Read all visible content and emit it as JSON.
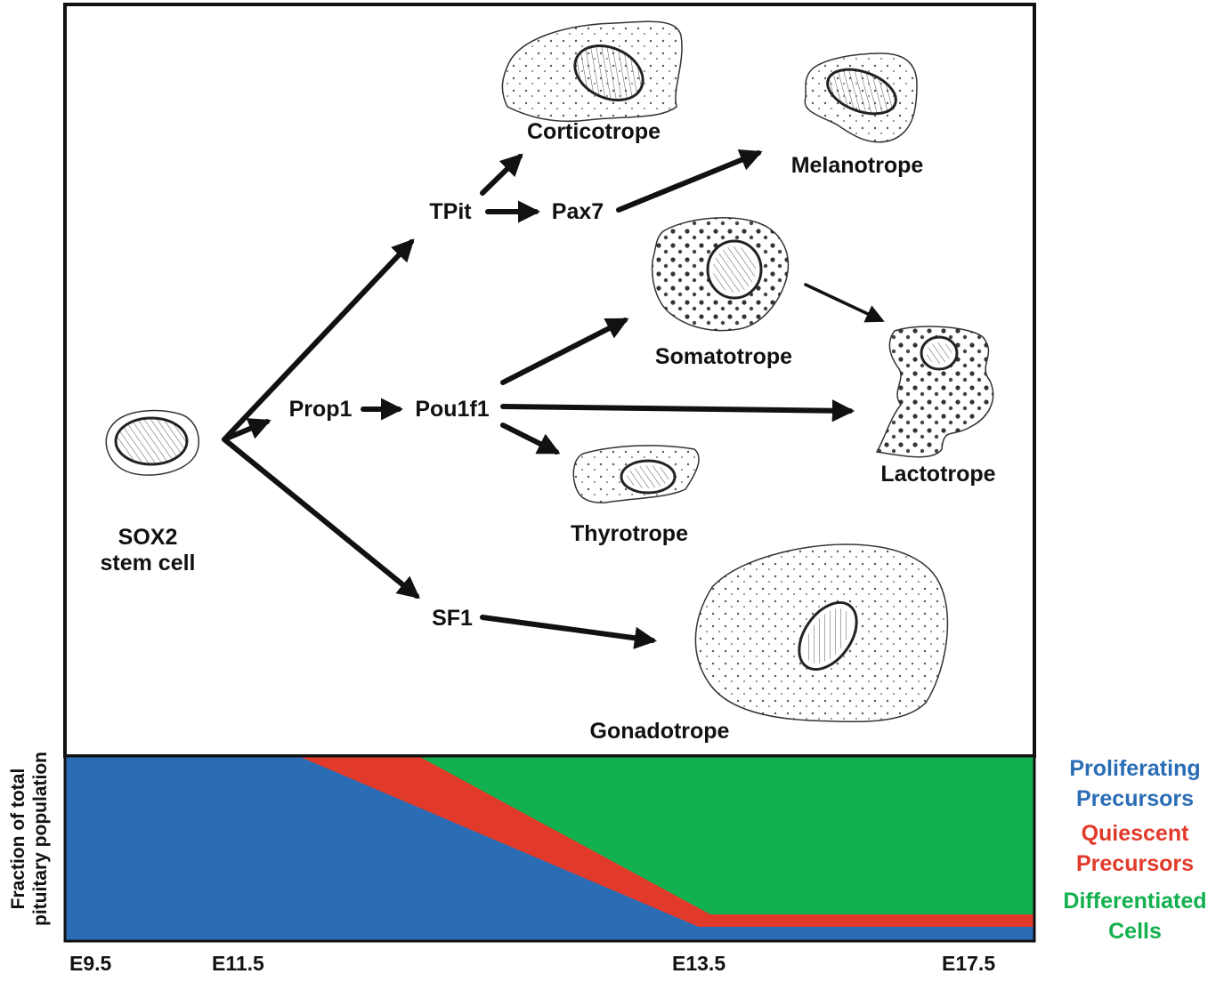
{
  "cells": {
    "stem": {
      "line1": "SOX2",
      "line2": "stem cell",
      "icon": "stem-cell-icon"
    },
    "corticotrope": {
      "label": "Corticotrope",
      "icon": "corticotrope-cell-icon"
    },
    "melanotrope": {
      "label": "Melanotrope",
      "icon": "melanotrope-cell-icon"
    },
    "somatotrope": {
      "label": "Somatotrope",
      "icon": "somatotrope-cell-icon"
    },
    "lactotrope": {
      "label": "Lactotrope",
      "icon": "lactotrope-cell-icon"
    },
    "thyrotrope": {
      "label": "Thyrotrope",
      "icon": "thyrotrope-cell-icon"
    },
    "gonadotrope": {
      "label": "Gonadotrope",
      "icon": "gonadotrope-cell-icon"
    }
  },
  "factors": {
    "tpit": "TPit",
    "pax7": "Pax7",
    "prop1": "Prop1",
    "pou1f1": "Pou1f1",
    "sf1": "SF1"
  },
  "population_chart": {
    "ylabel_line1": "Fraction of total",
    "ylabel_line2": "pituitary population",
    "ticks": [
      "E9.5",
      "E11.5",
      "E13.5",
      "E17.5"
    ],
    "legend": {
      "proliferating_line1": "Proliferating",
      "proliferating_line2": "Precursors",
      "quiescent_line1": "Quiescent",
      "quiescent_line2": "Precursors",
      "differentiated_line1": "Differentiated",
      "differentiated_line2": "Cells"
    },
    "colors": {
      "proliferating": "#2a6db5",
      "quiescent": "#e23a2a",
      "differentiated": "#12b04e"
    }
  }
}
